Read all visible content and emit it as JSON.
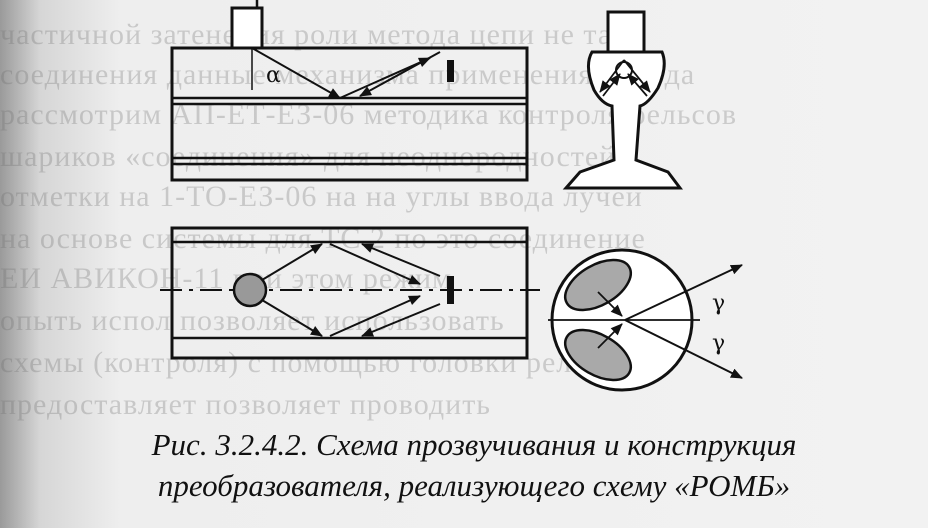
{
  "figure": {
    "alpha": "α",
    "gamma_upper": "γ",
    "gamma_lower": "γ"
  },
  "caption": {
    "line1": "Рис. 3.2.4.2. Схема прозвучивания и конструкция",
    "line2": "преобразователя, реализующего схему «РОМБ»"
  },
  "bleed": [
    "частичной затенения роли метода цепи не тахт",
    "соединения данные механизма применения метода",
    "рассмотрим АП-ЕТ-ЕЗ-06 методика контроля рельсов",
    "шариков «соединения» для неоднородностей ",
    "отметки на 1-ТО-ЕЗ-06 на на углы ввода лучей",
    "на основе системы для ТС 2 по это соединение",
    "ЕИ АВИКОН-11 при этом режим",
    "опыть испол  позволяет использовать",
    "схемы (контроля) с помощью головки рельса",
    "предоставляет  позволяет проводить"
  ]
}
